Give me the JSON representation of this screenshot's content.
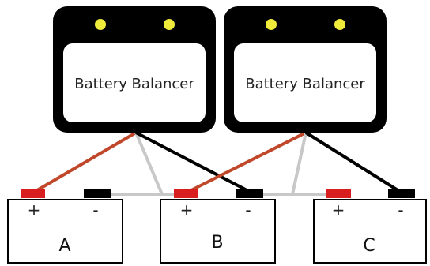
{
  "balancers": [
    {
      "label": "Battery Balancer"
    },
    {
      "label": "Battery Balancer"
    }
  ],
  "batteries": [
    {
      "name": "A",
      "plus": "+",
      "minus": "-"
    },
    {
      "name": "B",
      "plus": "+",
      "minus": "-"
    },
    {
      "name": "C",
      "plus": "+",
      "minus": "-"
    }
  ],
  "colors": {
    "balancer_body": "#000000",
    "balancer_screen": "#ffffff",
    "indicator_led": "#f0eb3a",
    "positive_terminal": "#d81e1e",
    "negative_terminal": "#000000",
    "positive_wire": "#c0472a",
    "negative_wire": "#000000",
    "midpoint_wire": "#c8c8c8",
    "battery_outline": "#000000"
  }
}
